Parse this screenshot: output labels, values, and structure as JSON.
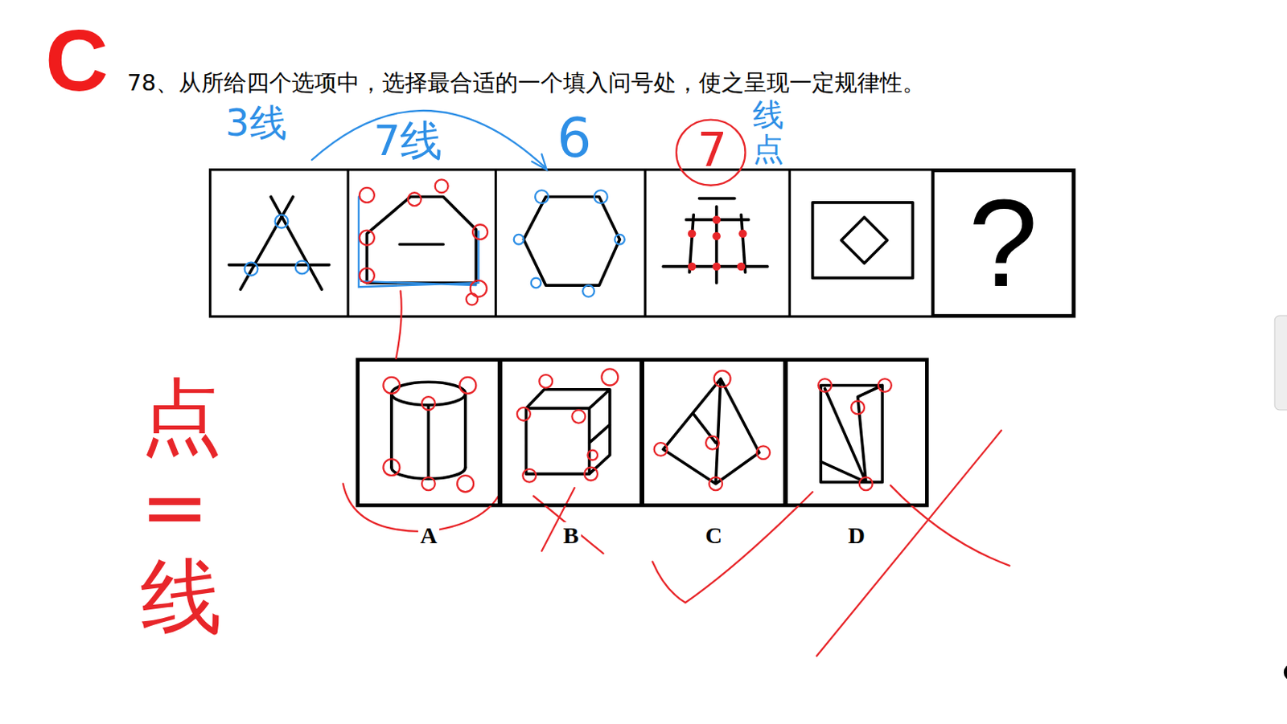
{
  "diagram": {
    "title": "78、从所给四个选项中，选择最合适的一个填入问号处，使之呈现一定规律性。",
    "nodes": [
      {
        "text": [
          "?"
        ]
      },
      {
        "text": [
          "A"
        ]
      },
      {
        "text": [
          "B"
        ]
      },
      {
        "text": [
          "C"
        ]
      },
      {
        "text": [
          "D"
        ]
      }
    ],
    "labels": [
      "C",
      "3线",
      "7线",
      "6",
      "7",
      "线点",
      "点=线"
    ]
  }
}
